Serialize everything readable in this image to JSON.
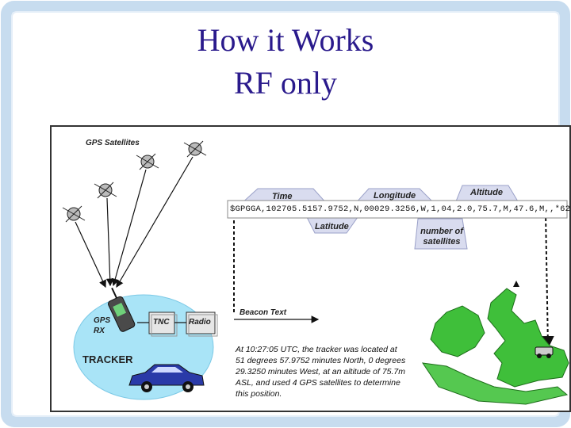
{
  "slide": {
    "title_line1": "How it Works",
    "title_line2": "RF only"
  },
  "diagram": {
    "gps_satellites_label": "GPS Satellites",
    "time_label": "Time",
    "longitude_label": "Longitude",
    "altitude_label": "Altitude",
    "latitude_label": "Latitude",
    "num_satellites_label": "number of satellites",
    "nmea_sentence": "$GPGGA,102705.5157.9752,N,00029.3256,W,1,04,2.0,75.7,M,47.6,M,,*62",
    "gps_rx_label": "GPS RX",
    "tnc_label": "TNC",
    "radio_label": "Radio",
    "beacon_text_label": "Beacon Text",
    "tracker_label": "TRACKER",
    "description": "At 10:27:05 UTC, the tracker was located at 51 degrees 57.9752 minutes North, 0 degrees 29.3250 minutes West, at an altitude of 75.7m ASL, and used 4 GPS satellites to determine this position.",
    "colors": {
      "title": "#2a1a8c",
      "bubble": "#a9e4f7",
      "map_green": "#3fbf3a",
      "label_tab": "#d9dcef",
      "device_box": "#e6e6e6"
    }
  }
}
